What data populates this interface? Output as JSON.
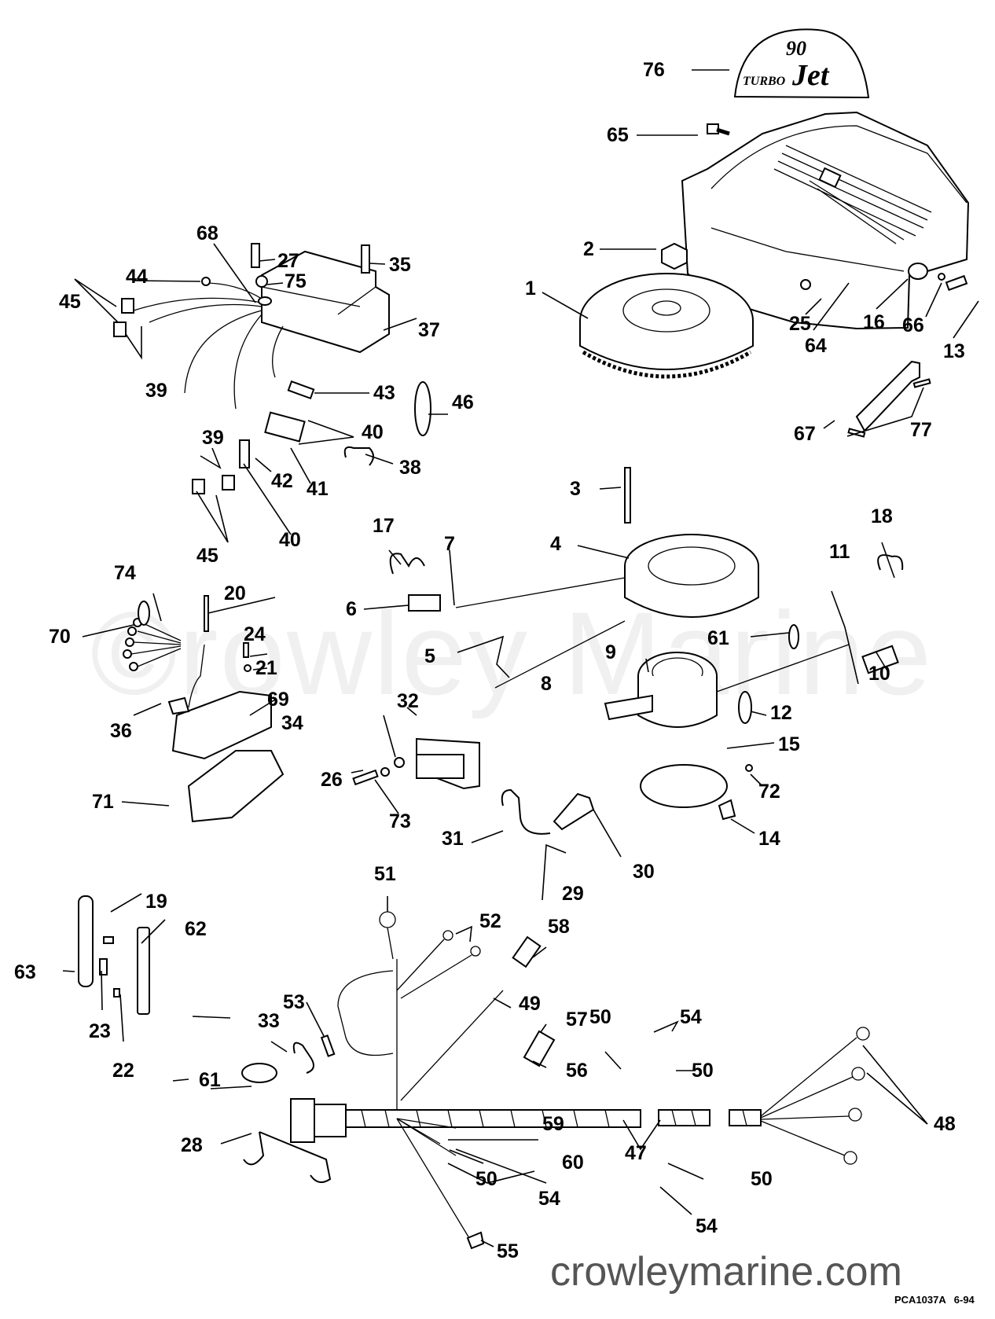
{
  "diagram": {
    "watermark": "©rowley Marine",
    "website": "crowleymarine.com",
    "drawing_code": "PCA1037A",
    "drawing_date": "6-94",
    "decal_text": {
      "model": "90",
      "brand_left": "TURBO",
      "brand_right": "Jet"
    },
    "callouts": [
      {
        "id": "c1",
        "label": "1"
      },
      {
        "id": "c2",
        "label": "2"
      },
      {
        "id": "c3",
        "label": "3"
      },
      {
        "id": "c4",
        "label": "4"
      },
      {
        "id": "c5",
        "label": "5"
      },
      {
        "id": "c6",
        "label": "6"
      },
      {
        "id": "c7",
        "label": "7"
      },
      {
        "id": "c8",
        "label": "8"
      },
      {
        "id": "c9",
        "label": "9"
      },
      {
        "id": "c10",
        "label": "10"
      },
      {
        "id": "c11",
        "label": "11"
      },
      {
        "id": "c12",
        "label": "12"
      },
      {
        "id": "c13",
        "label": "13"
      },
      {
        "id": "c14",
        "label": "14"
      },
      {
        "id": "c15",
        "label": "15"
      },
      {
        "id": "c16",
        "label": "16"
      },
      {
        "id": "c17",
        "label": "17"
      },
      {
        "id": "c18",
        "label": "18"
      },
      {
        "id": "c19",
        "label": "19"
      },
      {
        "id": "c20",
        "label": "20"
      },
      {
        "id": "c21",
        "label": "21"
      },
      {
        "id": "c22",
        "label": "22"
      },
      {
        "id": "c23",
        "label": "23"
      },
      {
        "id": "c24",
        "label": "24"
      },
      {
        "id": "c25",
        "label": "25"
      },
      {
        "id": "c26",
        "label": "26"
      },
      {
        "id": "c27",
        "label": "27"
      },
      {
        "id": "c28",
        "label": "28"
      },
      {
        "id": "c29",
        "label": "29"
      },
      {
        "id": "c30",
        "label": "30"
      },
      {
        "id": "c31",
        "label": "31"
      },
      {
        "id": "c32",
        "label": "32"
      },
      {
        "id": "c33",
        "label": "33"
      },
      {
        "id": "c34",
        "label": "34"
      },
      {
        "id": "c35",
        "label": "35"
      },
      {
        "id": "c36",
        "label": "36"
      },
      {
        "id": "c37",
        "label": "37"
      },
      {
        "id": "c38",
        "label": "38"
      },
      {
        "id": "c39a",
        "label": "39"
      },
      {
        "id": "c39b",
        "label": "39"
      },
      {
        "id": "c40a",
        "label": "40"
      },
      {
        "id": "c40b",
        "label": "40"
      },
      {
        "id": "c41",
        "label": "41"
      },
      {
        "id": "c42",
        "label": "42"
      },
      {
        "id": "c43",
        "label": "43"
      },
      {
        "id": "c44",
        "label": "44"
      },
      {
        "id": "c45a",
        "label": "45"
      },
      {
        "id": "c45b",
        "label": "45"
      },
      {
        "id": "c46",
        "label": "46"
      },
      {
        "id": "c47",
        "label": "47"
      },
      {
        "id": "c48",
        "label": "48"
      },
      {
        "id": "c49",
        "label": "49"
      },
      {
        "id": "c50a",
        "label": "50"
      },
      {
        "id": "c50b",
        "label": "50"
      },
      {
        "id": "c50c",
        "label": "50"
      },
      {
        "id": "c50d",
        "label": "50"
      },
      {
        "id": "c51",
        "label": "51"
      },
      {
        "id": "c52",
        "label": "52"
      },
      {
        "id": "c53",
        "label": "53"
      },
      {
        "id": "c54a",
        "label": "54"
      },
      {
        "id": "c54b",
        "label": "54"
      },
      {
        "id": "c54c",
        "label": "54"
      },
      {
        "id": "c55",
        "label": "55"
      },
      {
        "id": "c56",
        "label": "56"
      },
      {
        "id": "c57",
        "label": "57"
      },
      {
        "id": "c58",
        "label": "58"
      },
      {
        "id": "c59",
        "label": "59"
      },
      {
        "id": "c60",
        "label": "60"
      },
      {
        "id": "c61a",
        "label": "61"
      },
      {
        "id": "c61b",
        "label": "61"
      },
      {
        "id": "c62",
        "label": "62"
      },
      {
        "id": "c63",
        "label": "63"
      },
      {
        "id": "c64",
        "label": "64"
      },
      {
        "id": "c65",
        "label": "65"
      },
      {
        "id": "c66",
        "label": "66"
      },
      {
        "id": "c67",
        "label": "67"
      },
      {
        "id": "c68",
        "label": "68"
      },
      {
        "id": "c69",
        "label": "69"
      },
      {
        "id": "c70",
        "label": "70"
      },
      {
        "id": "c71",
        "label": "71"
      },
      {
        "id": "c72",
        "label": "72"
      },
      {
        "id": "c73",
        "label": "73"
      },
      {
        "id": "c74",
        "label": "74"
      },
      {
        "id": "c75",
        "label": "75"
      },
      {
        "id": "c76",
        "label": "76"
      },
      {
        "id": "c77",
        "label": "77"
      }
    ]
  }
}
